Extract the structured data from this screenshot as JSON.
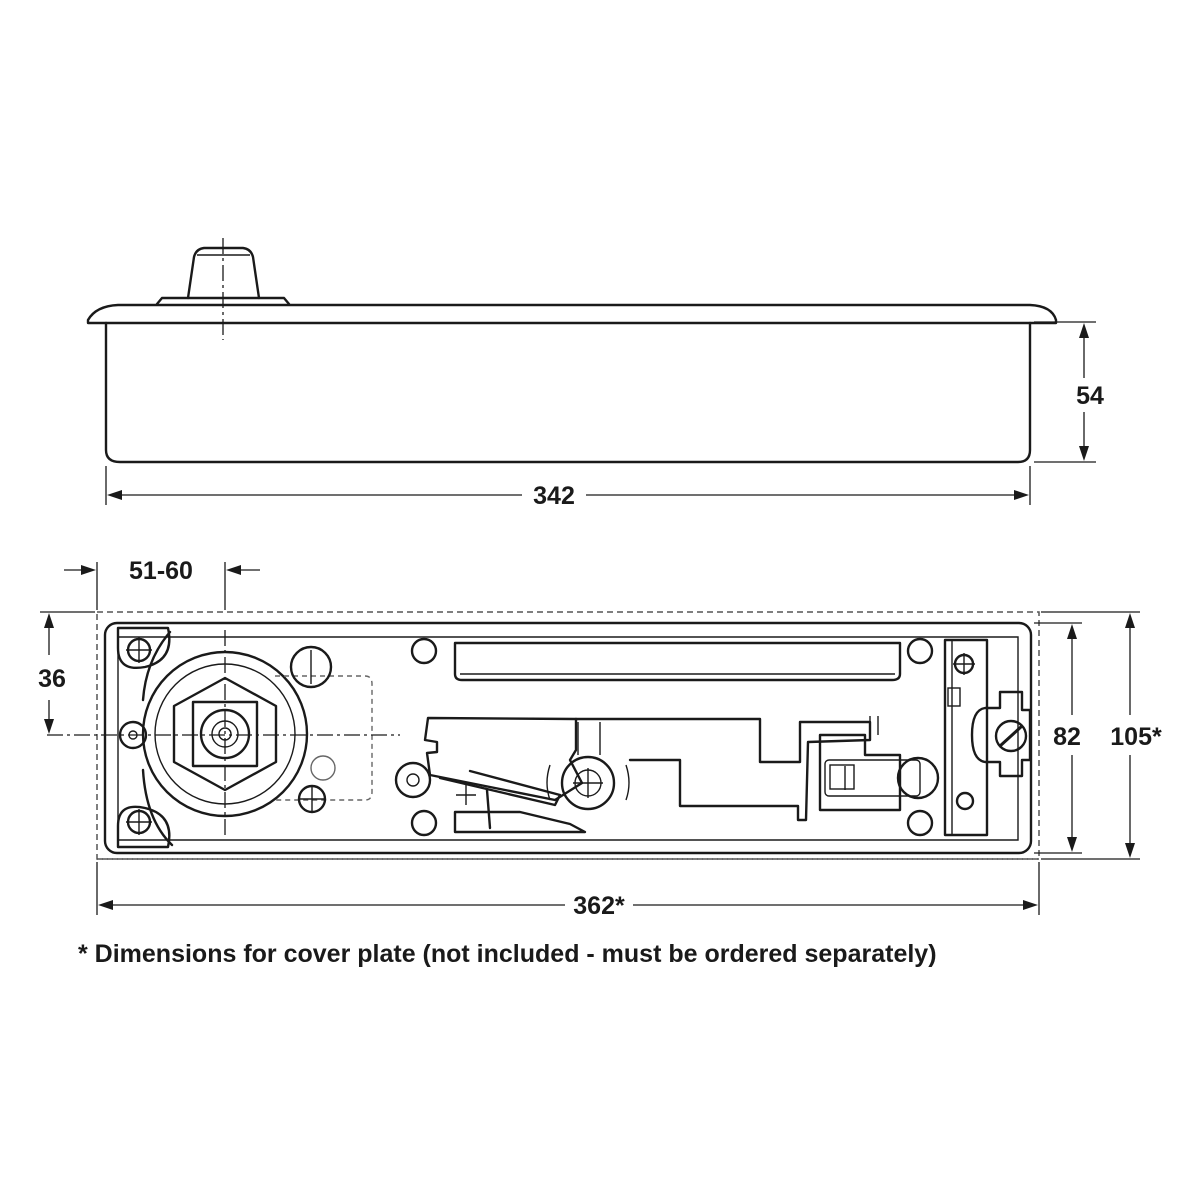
{
  "dimensions": {
    "height_top": "54",
    "length_top": "342",
    "spindle_offset": "51-60",
    "spindle_height": "36",
    "body_width": "82",
    "cover_width": "105*",
    "cover_length": "362*"
  },
  "footnote": "* Dimensions for cover plate (not included - must be ordered separately)"
}
